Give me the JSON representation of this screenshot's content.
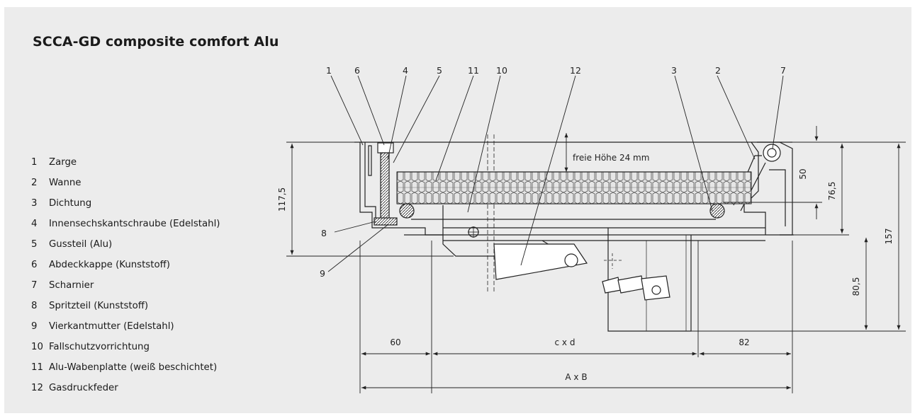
{
  "title": "SCCA-GD composite comfort Alu",
  "legend": [
    {
      "num": "1",
      "label": "Zarge"
    },
    {
      "num": "2",
      "label": "Wanne"
    },
    {
      "num": "3",
      "label": "Dichtung"
    },
    {
      "num": "4",
      "label": "Innensechskantschraube (Edelstahl)"
    },
    {
      "num": "5",
      "label": "Gussteil (Alu)"
    },
    {
      "num": "6",
      "label": "Abdeckkappe (Kunststoff)"
    },
    {
      "num": "7",
      "label": "Scharnier"
    },
    {
      "num": "8",
      "label": "Spritzteil (Kunststoff)"
    },
    {
      "num": "9",
      "label": "Vierkantmutter (Edelstahl)"
    },
    {
      "num": "10",
      "label": "Fallschutzvorrichtung"
    },
    {
      "num": "11",
      "label": "Alu-Wabenplatte (weiß beschichtet)"
    },
    {
      "num": "12",
      "label": "Gasdruckfeder"
    }
  ],
  "callouts_top": [
    "1",
    "6",
    "4",
    "5",
    "11",
    "10",
    "12",
    "3",
    "2",
    "7"
  ],
  "callouts_left": [
    "8",
    "9"
  ],
  "dimensions": {
    "height_left": "117,5",
    "clear_height": "freie Höhe 24 mm",
    "d50": "50",
    "d76": "76,5",
    "d157": "157",
    "d80": "80,5",
    "d60": "60",
    "cxd": "c x d",
    "d82": "82",
    "axb": "A x B"
  }
}
